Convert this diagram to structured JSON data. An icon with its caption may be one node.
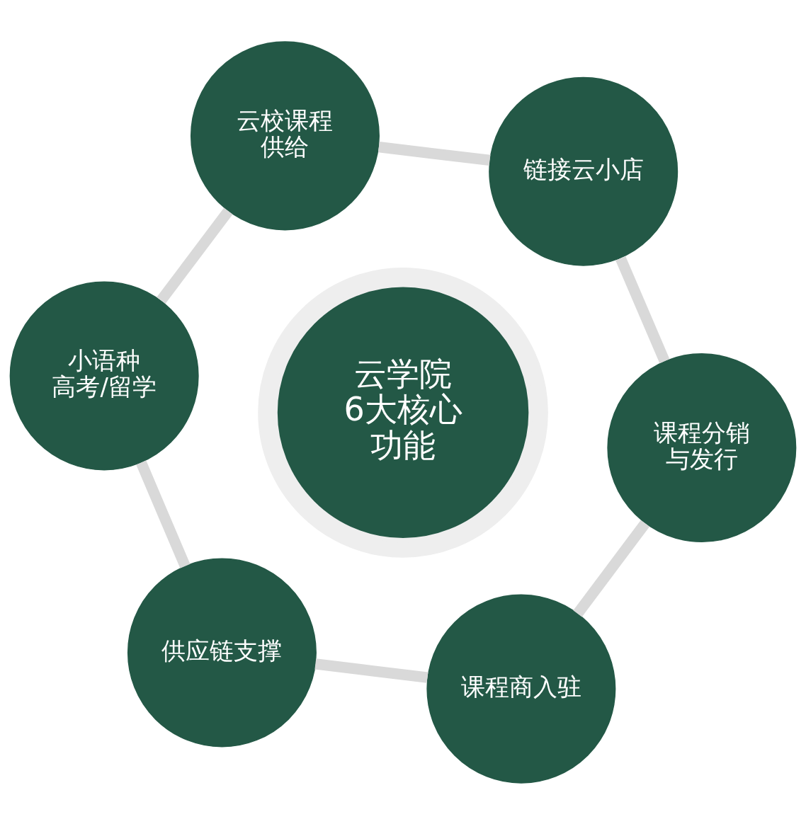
{
  "diagram": {
    "nodes": [
      {
        "text": [
          "云学院",
          "6大核心功能"
        ]
      },
      {
        "text": [
          "课程商入驻"
        ]
      },
      {
        "text": [
          "课程分销与发行"
        ]
      },
      {
        "text": [
          "链接云小店"
        ]
      },
      {
        "text": [
          "云校课程供给"
        ]
      },
      {
        "text": [
          "小语种",
          "高考/留学"
        ]
      },
      {
        "text": [
          "供应链支撑"
        ]
      }
    ],
    "edges": [
      {
        "from": 1,
        "to": 2,
        "arrow": "none"
      },
      {
        "from": 2,
        "to": 3,
        "arrow": "none"
      },
      {
        "from": 3,
        "to": 4,
        "arrow": "none"
      },
      {
        "from": 4,
        "to": 5,
        "arrow": "none"
      },
      {
        "from": 5,
        "to": 6,
        "arrow": "none"
      },
      {
        "from": 6,
        "to": 1,
        "arrow": "none"
      }
    ]
  }
}
